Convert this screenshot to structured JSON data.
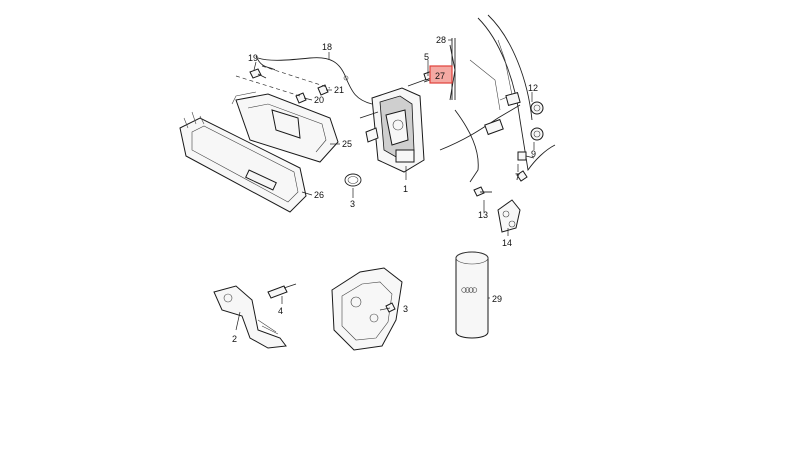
{
  "callouts": [
    {
      "id": "c1",
      "label": "1"
    },
    {
      "id": "c2",
      "label": "2"
    },
    {
      "id": "c3a",
      "label": "3"
    },
    {
      "id": "c3b",
      "label": "3"
    },
    {
      "id": "c4",
      "label": "4"
    },
    {
      "id": "c5",
      "label": "5"
    },
    {
      "id": "c7",
      "label": "7"
    },
    {
      "id": "c9",
      "label": "9"
    },
    {
      "id": "c12",
      "label": "12"
    },
    {
      "id": "c13",
      "label": "13"
    },
    {
      "id": "c14",
      "label": "14"
    },
    {
      "id": "c18",
      "label": "18"
    },
    {
      "id": "c19",
      "label": "19"
    },
    {
      "id": "c20",
      "label": "20"
    },
    {
      "id": "c21",
      "label": "21"
    },
    {
      "id": "c25",
      "label": "25"
    },
    {
      "id": "c26",
      "label": "26"
    },
    {
      "id": "c27",
      "label": "27"
    },
    {
      "id": "c28",
      "label": "28"
    },
    {
      "id": "c29",
      "label": "29"
    }
  ],
  "highlight": {
    "label": "27",
    "color": "#e0403a"
  }
}
